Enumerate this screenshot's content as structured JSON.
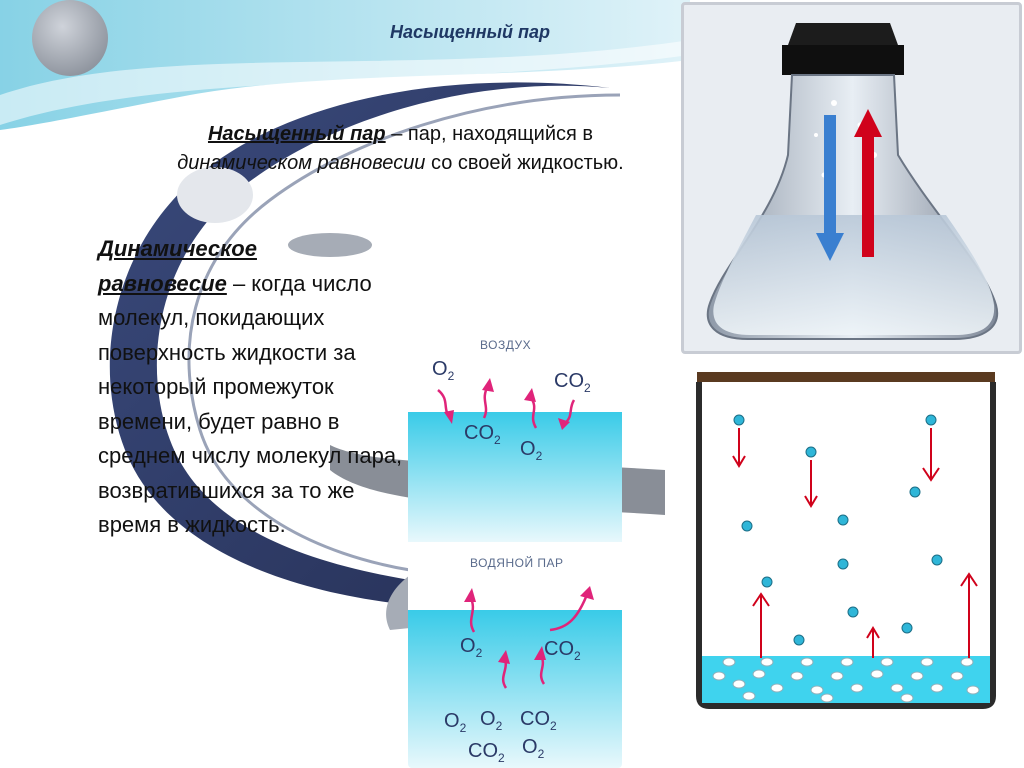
{
  "slide": {
    "title": "Насыщенный пар"
  },
  "definition": {
    "term": "Насыщенный пар",
    "text_1": " – пар, находящийся в ",
    "italic": "динамическом равновесии",
    "text_2": " со своей жидкостью."
  },
  "equilibrium": {
    "term_line1": "Динамическое",
    "term_line2": "равновесие",
    "text": " – когда число молекул, покидающих поверхность жидкости за некоторый промежуток времени, будет равно в среднем числу молекул пара, возвратившихся за то же время в жидкость."
  },
  "molecule_diagram": {
    "top_label": "ВОЗДУХ",
    "bottom_label": "ВОДЯНОЙ ПАР",
    "o2": "O",
    "co2": "CO",
    "sub": "2"
  },
  "colors": {
    "title": "#1f3864",
    "water": "#3fd3ee",
    "arrow_red": "#d0021b",
    "arrow_blue": "#3a7fd0",
    "molecule_arrow": "#e0247a"
  }
}
